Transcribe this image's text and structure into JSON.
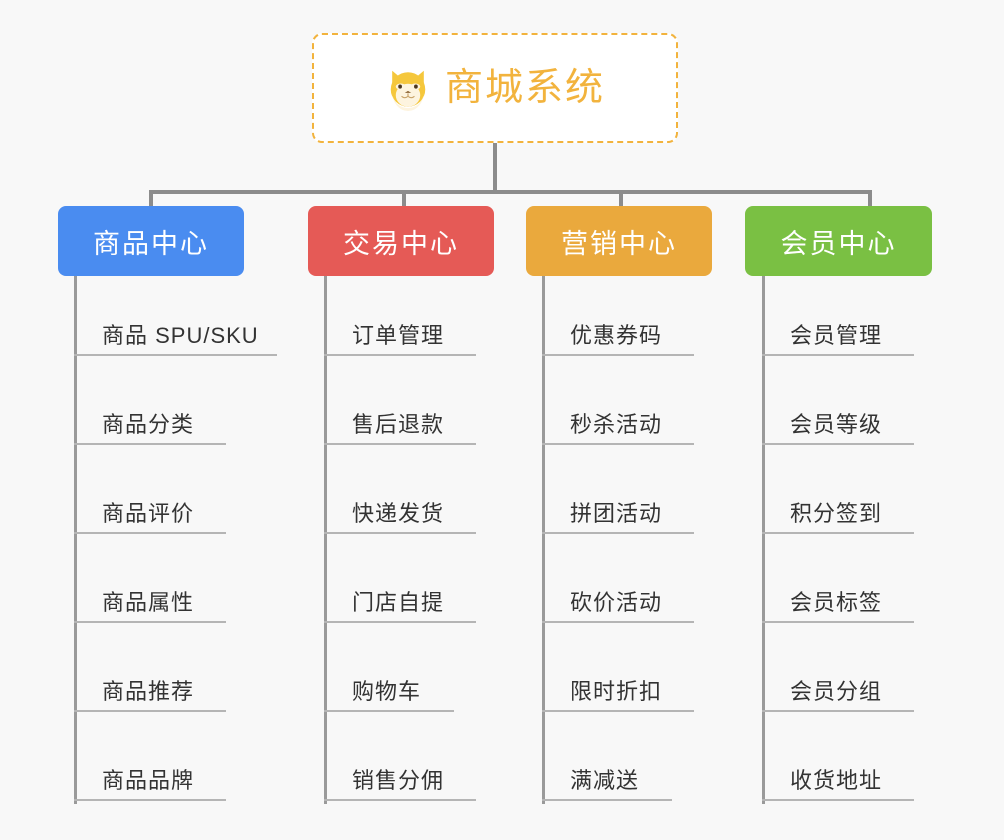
{
  "page": {
    "background_color": "#f8f8f8",
    "diagram_type": "organization-tree"
  },
  "root": {
    "title": "商城系统",
    "icon": "shiba-dog-face-icon",
    "border_color": "#f2b33d",
    "text_color": "#f2b33d",
    "background_color": "#ffffff"
  },
  "connector_color": "#8c8c8c",
  "trunk_color": "#9a9a9a",
  "leaf_text_color": "#333333",
  "leaf_underline_color": "#b5b5b5",
  "columns": [
    {
      "id": "product-center",
      "label": "商品中心",
      "color": "#4a8cf0",
      "items": [
        "商品 SPU/SKU",
        "商品分类",
        "商品评价",
        "商品属性",
        "商品推荐",
        "商品品牌"
      ]
    },
    {
      "id": "trade-center",
      "label": "交易中心",
      "color": "#e55a56",
      "items": [
        "订单管理",
        "售后退款",
        "快递发货",
        "门店自提",
        "购物车",
        "销售分佣"
      ]
    },
    {
      "id": "marketing-center",
      "label": "营销中心",
      "color": "#eaa93d",
      "items": [
        "优惠券码",
        "秒杀活动",
        "拼团活动",
        "砍价活动",
        "限时折扣",
        "满减送"
      ]
    },
    {
      "id": "member-center",
      "label": "会员中心",
      "color": "#7ac043",
      "items": [
        "会员管理",
        "会员等级",
        "积分签到",
        "会员标签",
        "会员分组",
        "收货地址"
      ]
    }
  ]
}
